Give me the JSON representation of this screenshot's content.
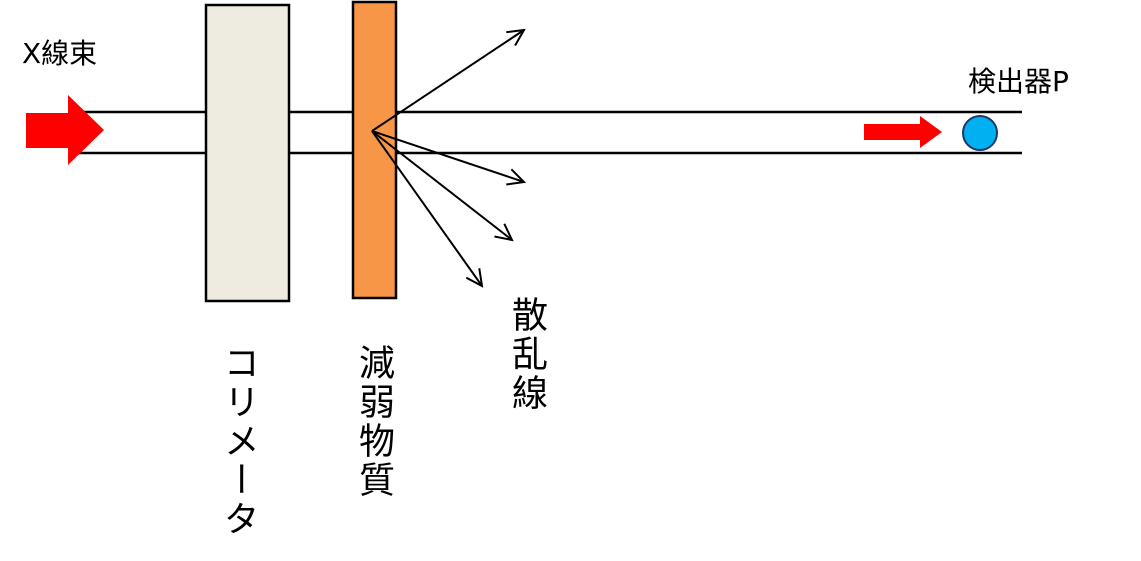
{
  "labels": {
    "xray_beam": "X線束",
    "detector": "検出器P",
    "collimator": "コリメータ",
    "attenuator": "減弱物質",
    "scattered_rays": "散乱線"
  },
  "colors": {
    "arrow": "#ff0000",
    "collimator_fill": "#eeece1",
    "attenuator_fill": "#f79646",
    "detector_fill": "#00b0f0",
    "outline": "#000000"
  },
  "icons": {
    "incoming_beam": "arrow-right-icon",
    "transmitted_beam": "arrow-right-icon",
    "detector": "circle-icon"
  }
}
